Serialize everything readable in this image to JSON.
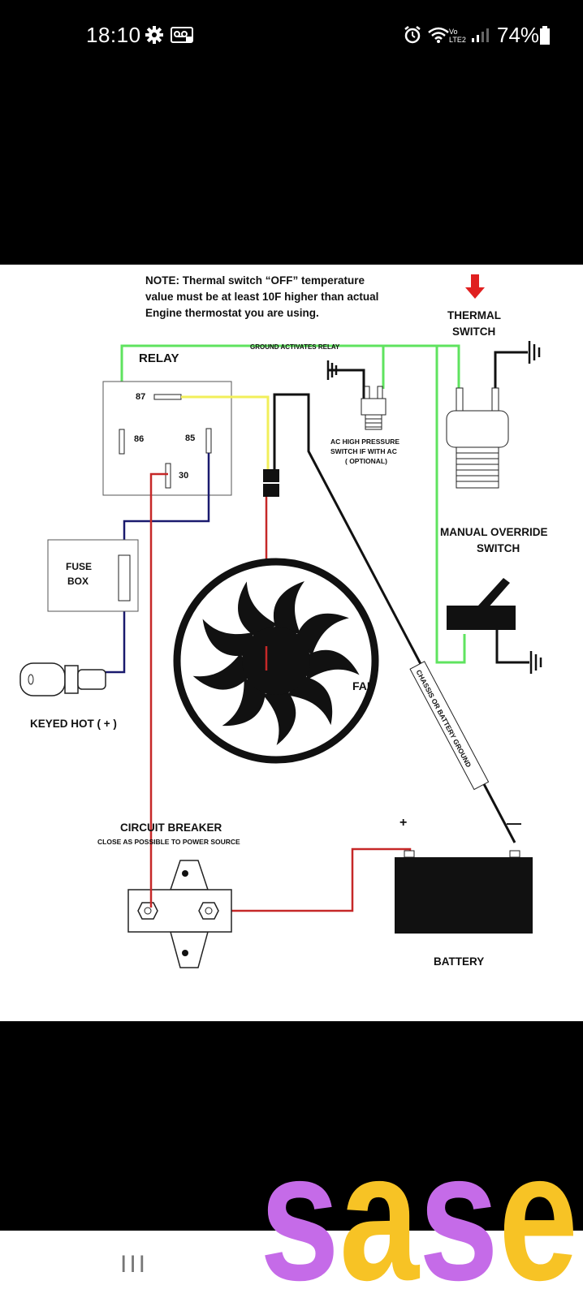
{
  "status_bar": {
    "time": "18:10",
    "network_label": "Vo LTE2",
    "battery": "74%",
    "icons": [
      "gear-icon",
      "voicemail-icon",
      "alarm-icon",
      "wifi-icon",
      "signal-icon",
      "battery-icon"
    ]
  },
  "diagram": {
    "note_line1": "NOTE:  Thermal switch “OFF” temperature",
    "note_line2": "value must be at least 10F higher than actual",
    "note_line3": "Engine thermostat you are using.",
    "thermal_switch_l1": "THERMAL",
    "thermal_switch_l2": "SWITCH",
    "relay": "RELAY",
    "ground_activates_relay": "GROUND ACTIVATES RELAY",
    "pin_87": "87",
    "pin_86": "86",
    "pin_85": "85",
    "pin_30": "30",
    "ac_l1": "AC HIGH PRESSURE",
    "ac_l2": "SWITCH IF WITH AC",
    "ac_l3": "( OPTIONAL)",
    "manual_l1": "MANUAL OVERRIDE",
    "manual_l2": "SWITCH",
    "fuse_l1": "FUSE",
    "fuse_l2": "BOX",
    "fan": "FAN",
    "keyed_hot": "KEYED HOT ( + )",
    "chassis_ground": "CHASSIS OR BATTERY GROUND",
    "circuit_breaker": "CIRCUIT BREAKER",
    "close_as_possible": "CLOSE AS POSSIBLE TO POWER SOURCE",
    "plus": "+",
    "minus": "—",
    "battery": "BATTERY",
    "colors": {
      "ground_wire": "#5fe35f",
      "signal_wire": "#f2ef5a",
      "power_wire": "#c62828",
      "ignition_wire": "#1a1a6e",
      "arrow": "#e02020"
    }
  },
  "sticker": {
    "text": "sase",
    "colors": [
      "#c56be8",
      "#f7c325"
    ]
  },
  "nav": {
    "recent_apps": "III"
  }
}
